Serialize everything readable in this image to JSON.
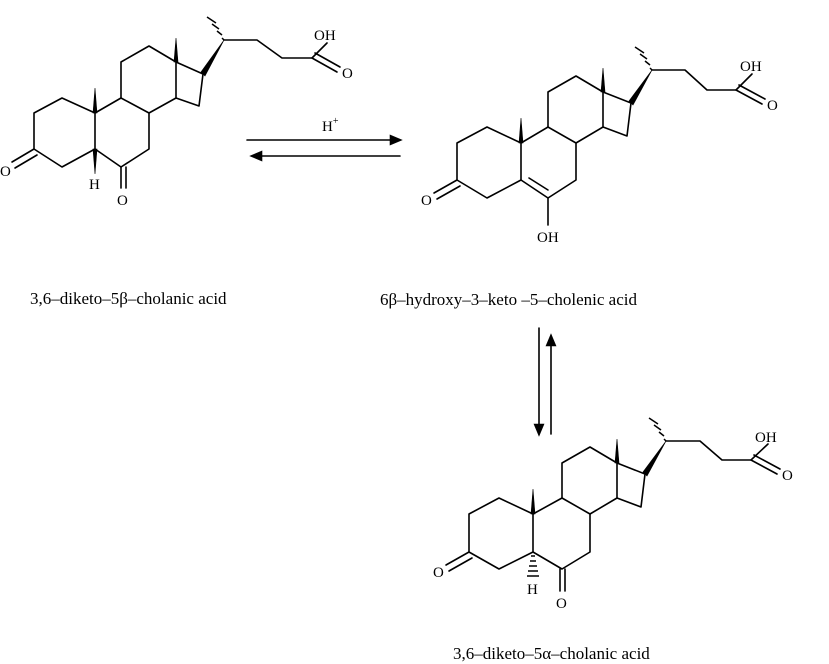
{
  "compounds": [
    {
      "id": "A",
      "name": "3,6–diketo–5β–cholanic acid",
      "atoms": {
        "acid_oh": "OH",
        "acid_o": "O",
        "keto3_o": "O",
        "keto6_o": "O",
        "c5_h": "H"
      }
    },
    {
      "id": "B",
      "name": "6β–hydroxy–3–keto –5–cholenic acid",
      "atoms": {
        "acid_oh": "OH",
        "acid_o": "O",
        "keto3_o": "O",
        "enol_oh": "OH"
      }
    },
    {
      "id": "C",
      "name": "3,6–diketo–5α–cholanic acid",
      "atoms": {
        "acid_oh": "OH",
        "acid_o": "O",
        "keto3_o": "O",
        "keto6_o": "O",
        "c5_h": "H"
      }
    }
  ],
  "equilibria": [
    {
      "from": "A",
      "to": "B",
      "label": "H",
      "label_superscript": "+"
    },
    {
      "from": "B",
      "to": "C",
      "label": ""
    }
  ]
}
